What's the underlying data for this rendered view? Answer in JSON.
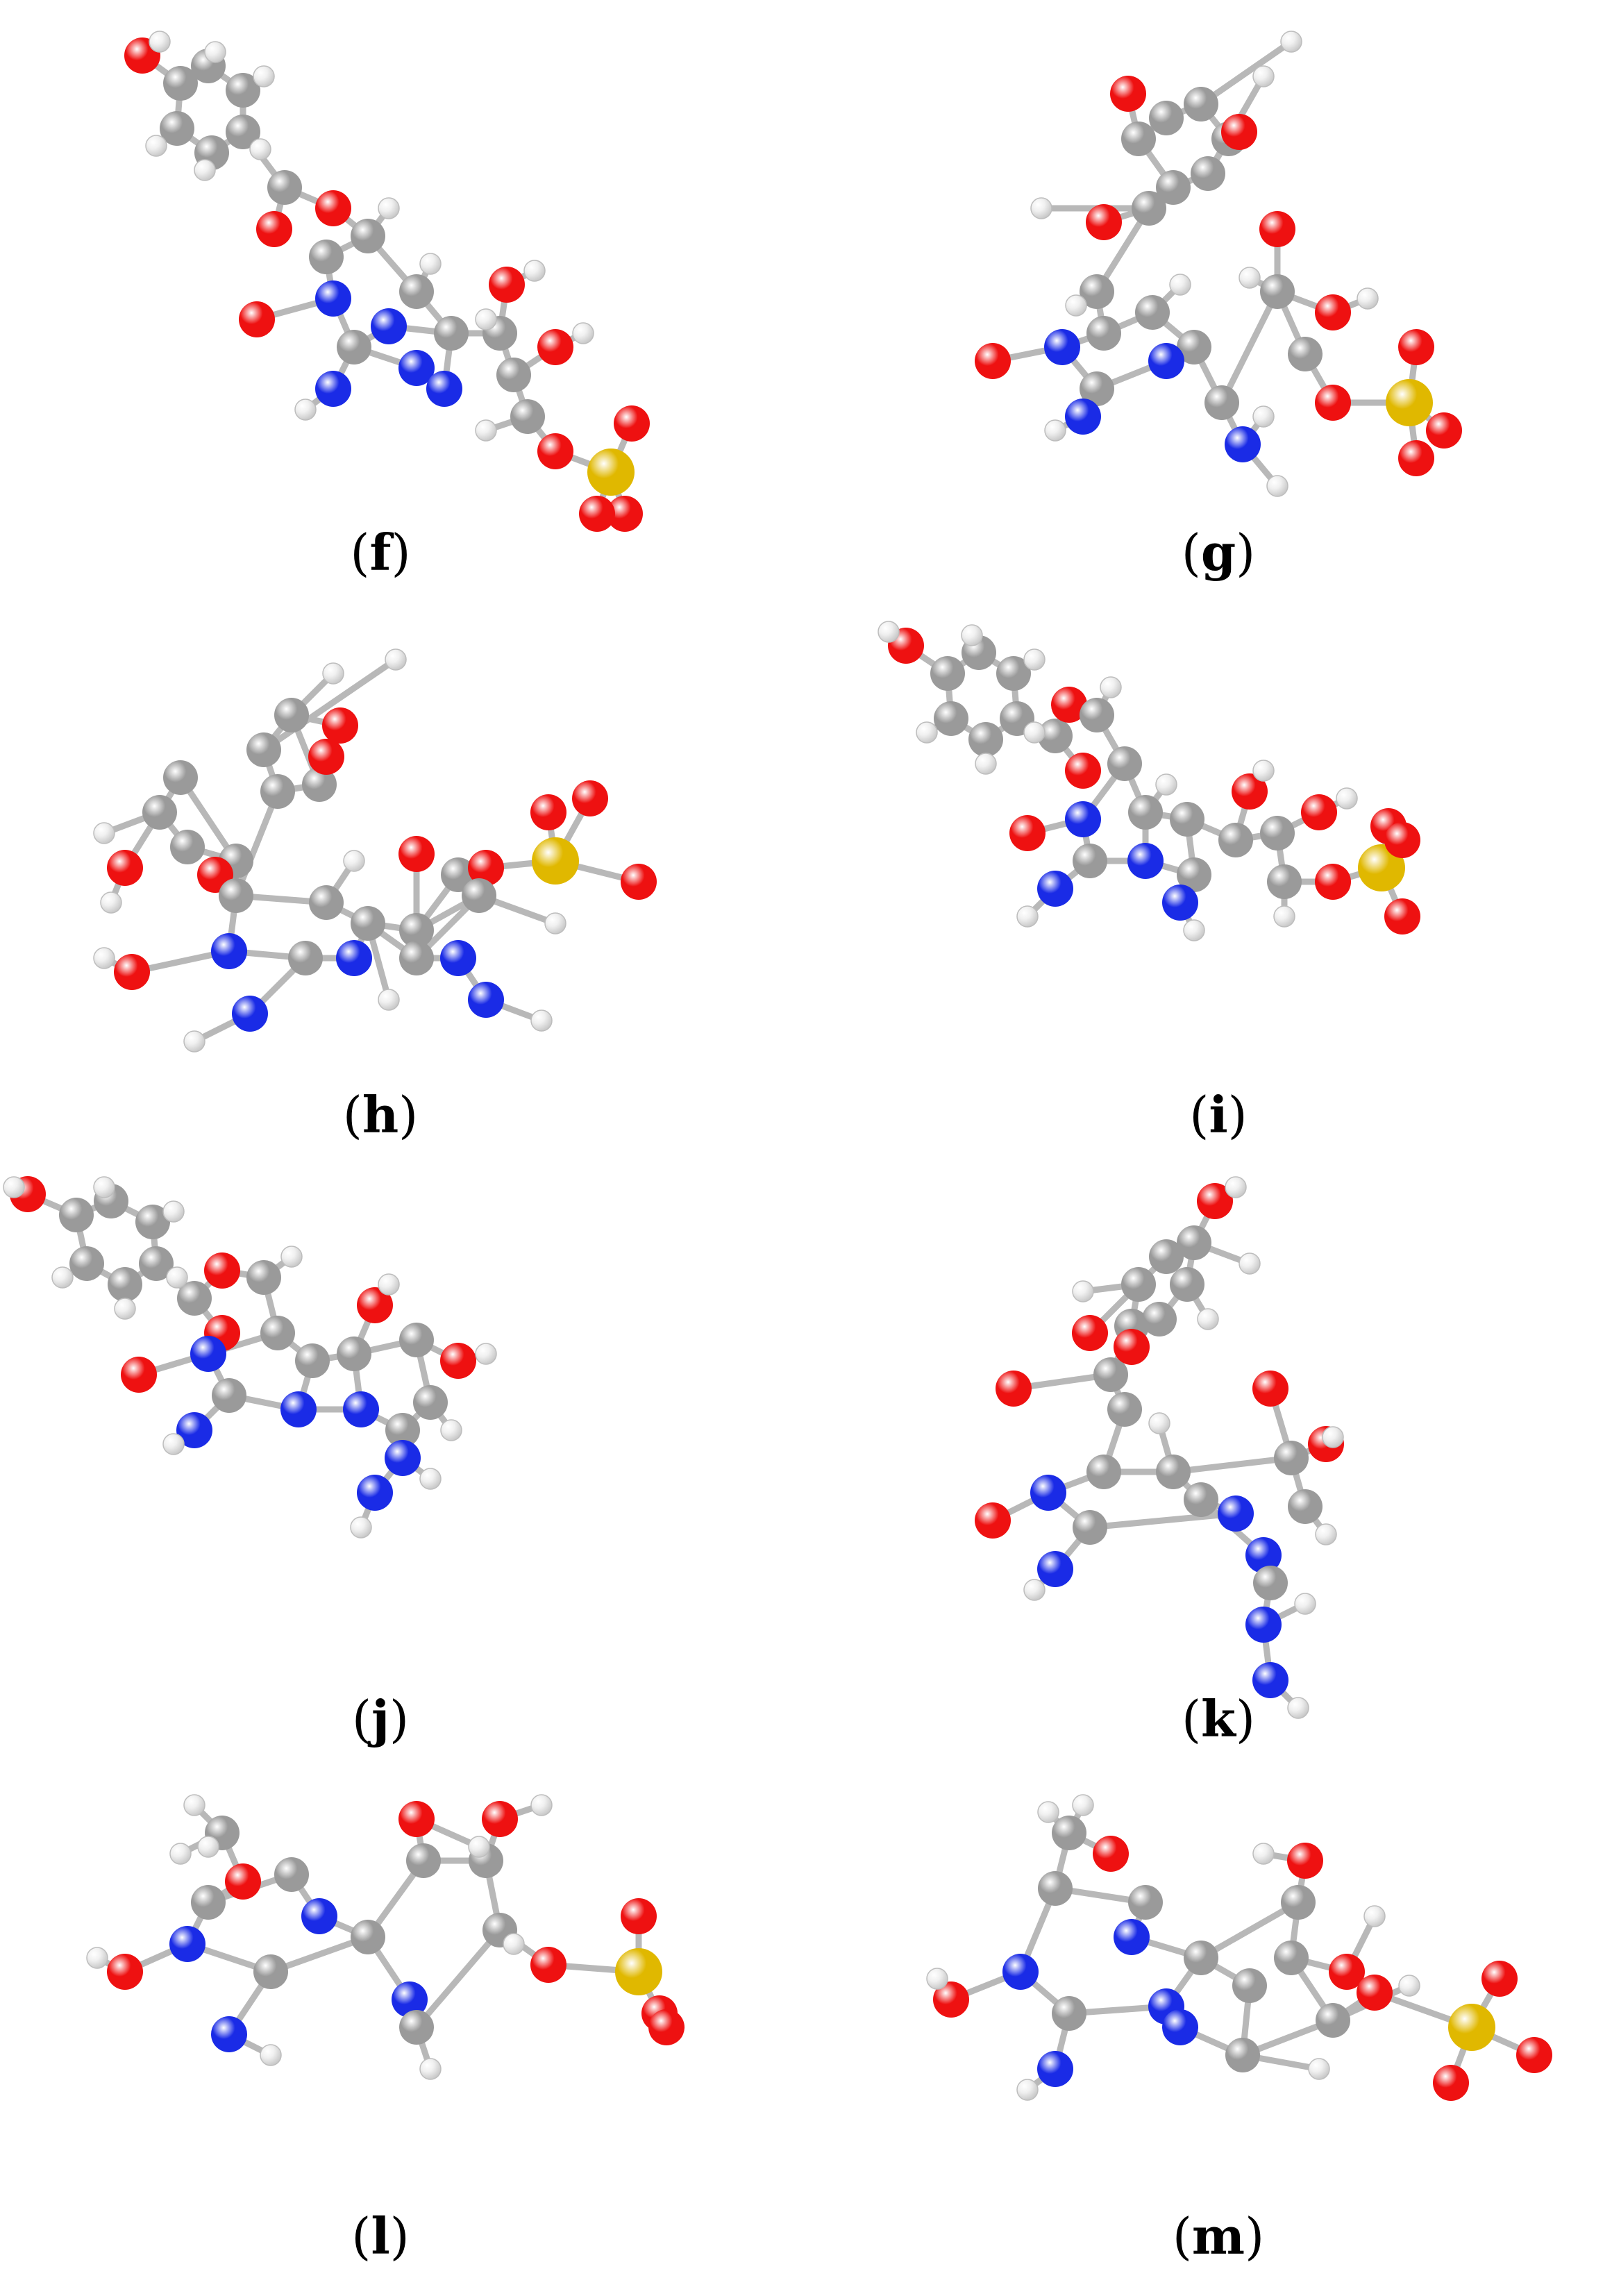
{
  "figure": {
    "colors": {
      "carbon": "#9a9a9a",
      "oxygen": "#ee1111",
      "nitrogen": "#1a2be6",
      "hydrogen": "#f0f0f0",
      "sulfur": "#e0b800",
      "bond": "#b8b8b8",
      "label": "#000000"
    },
    "panels": [
      {
        "id": "f",
        "open": "(",
        "letter": "f",
        "close": ")"
      },
      {
        "id": "g",
        "open": "(",
        "letter": "g",
        "close": ")"
      },
      {
        "id": "h",
        "open": "(",
        "letter": "h",
        "close": ")"
      },
      {
        "id": "i",
        "open": "(",
        "letter": "i",
        "close": ")"
      },
      {
        "id": "j",
        "open": "(",
        "letter": "j",
        "close": ")"
      },
      {
        "id": "k",
        "open": "(",
        "letter": "k",
        "close": ")"
      },
      {
        "id": "l",
        "open": "(",
        "letter": "l",
        "close": ")"
      },
      {
        "id": "m",
        "open": "(",
        "letter": "m",
        "close": ")"
      }
    ]
  }
}
